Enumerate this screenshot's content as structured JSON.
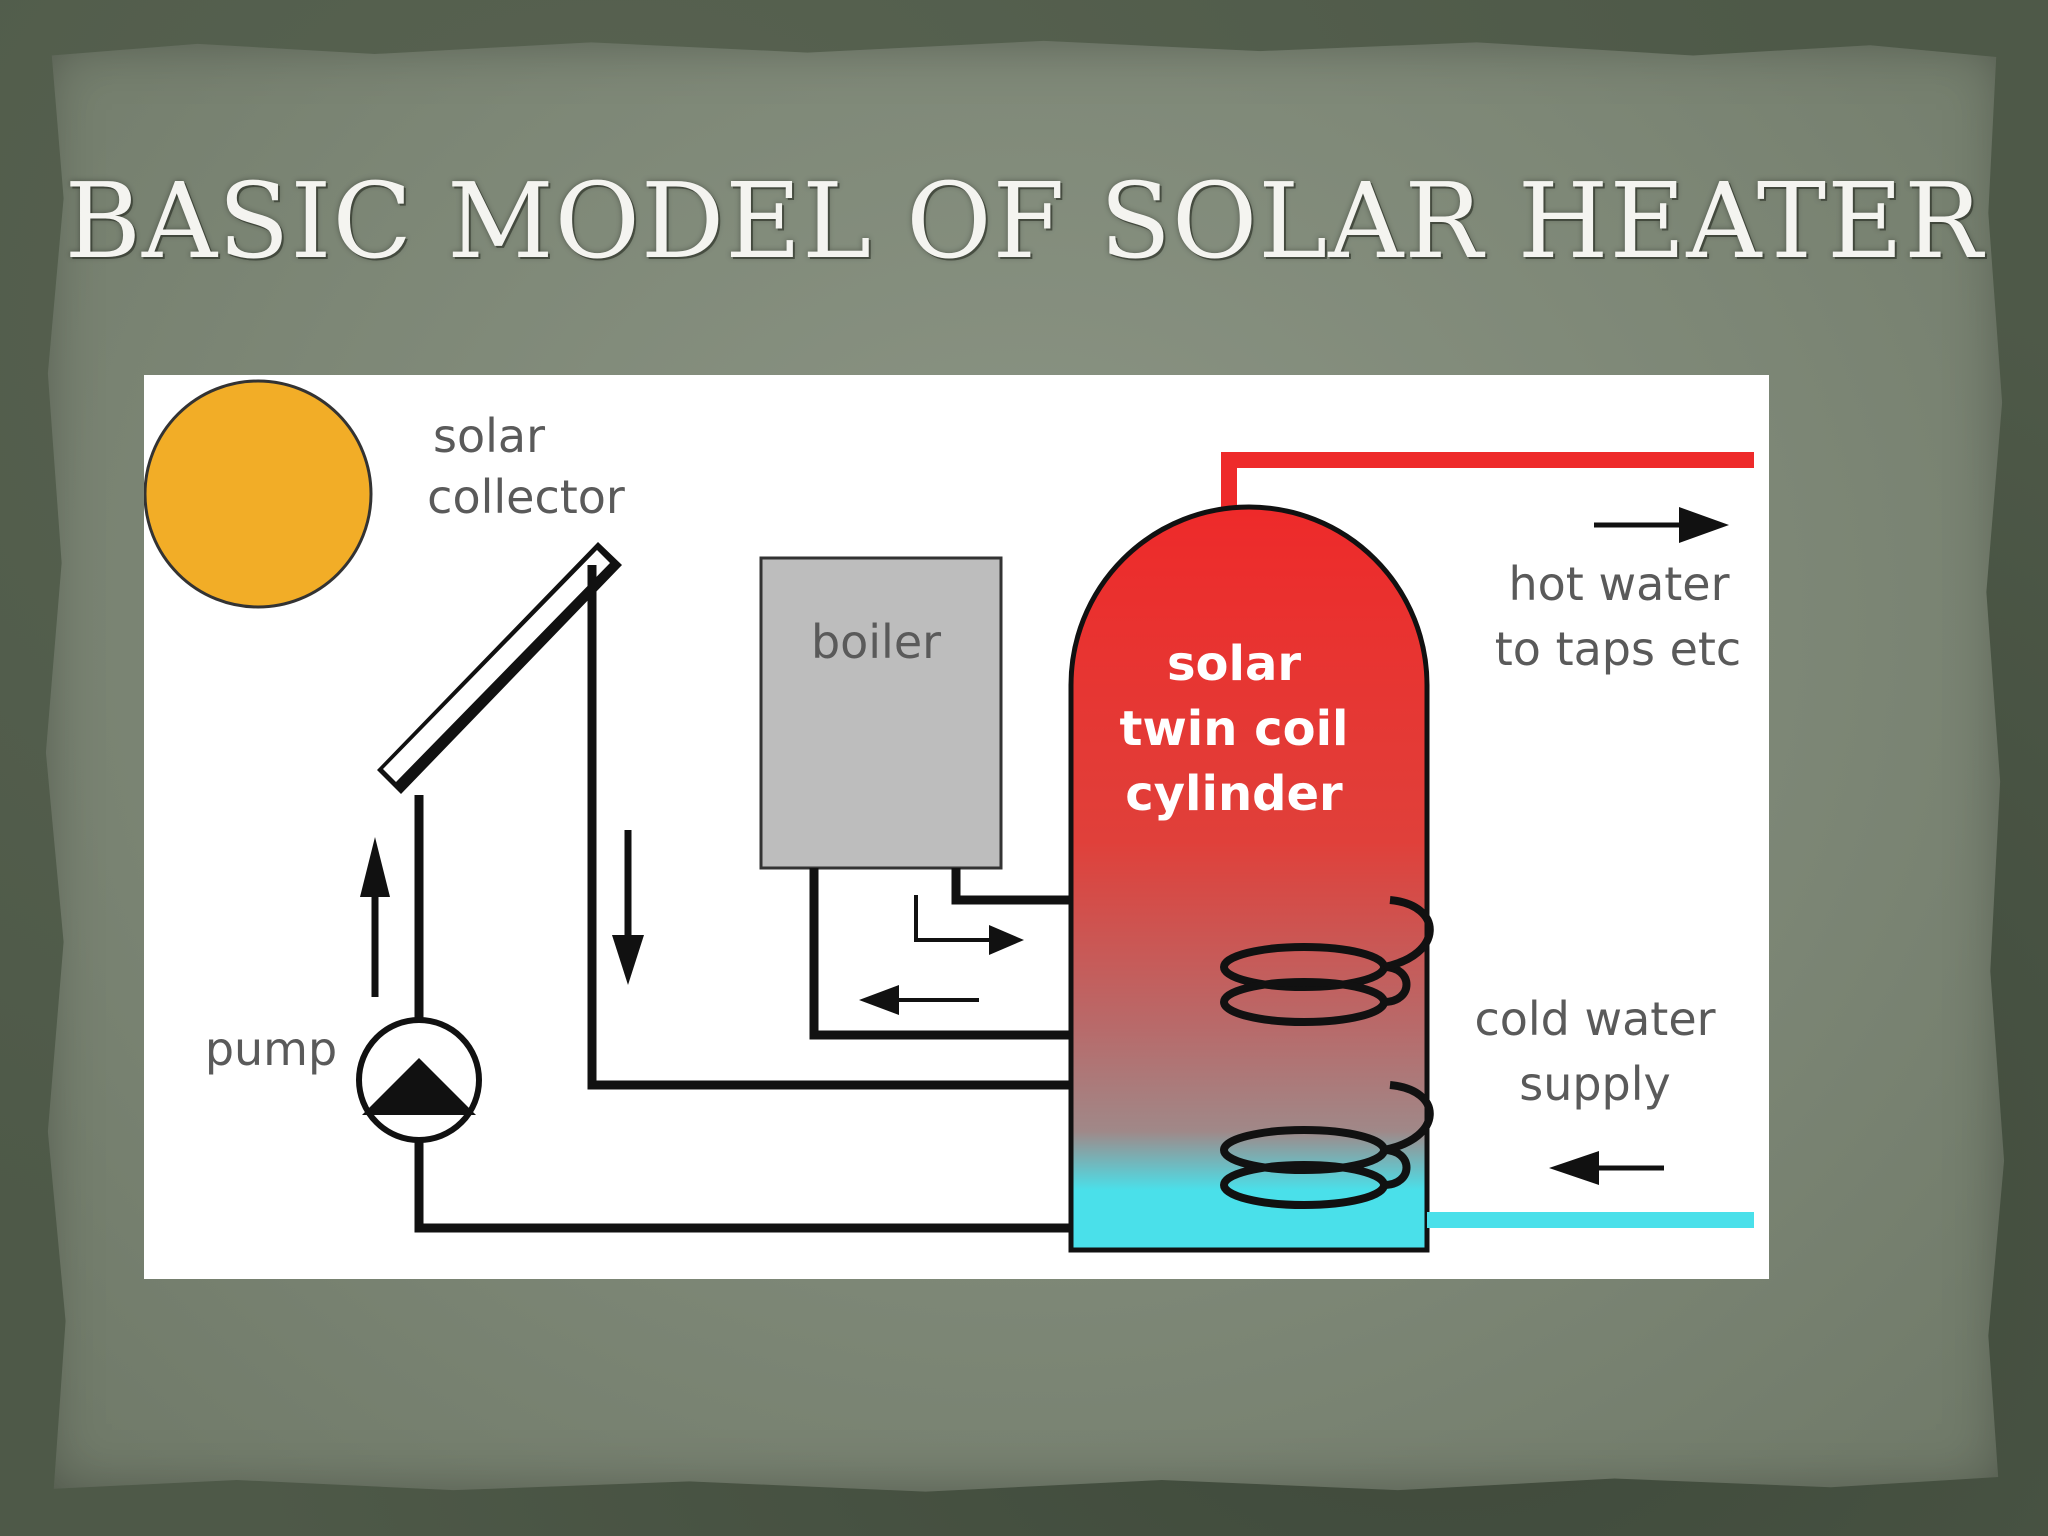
{
  "slide": {
    "title": "BASIC MODEL OF SOLAR HEATER"
  },
  "diagram": {
    "labels": {
      "solar_collector_line1": "solar",
      "solar_collector_line2": "collector",
      "boiler": "boiler",
      "cylinder_line1": "solar",
      "cylinder_line2": "twin coil",
      "cylinder_line3": "cylinder",
      "hot_water_line1": "hot water",
      "hot_water_line2": "to taps etc",
      "cold_water_line1": "cold water",
      "cold_water_line2": "supply",
      "pump": "pump"
    },
    "colors": {
      "sun": "#f2ad27",
      "hot": "#ee2a2a",
      "cold": "#4ae0ea",
      "boiler": "#bdbdbd",
      "pipe": "#111111"
    }
  }
}
